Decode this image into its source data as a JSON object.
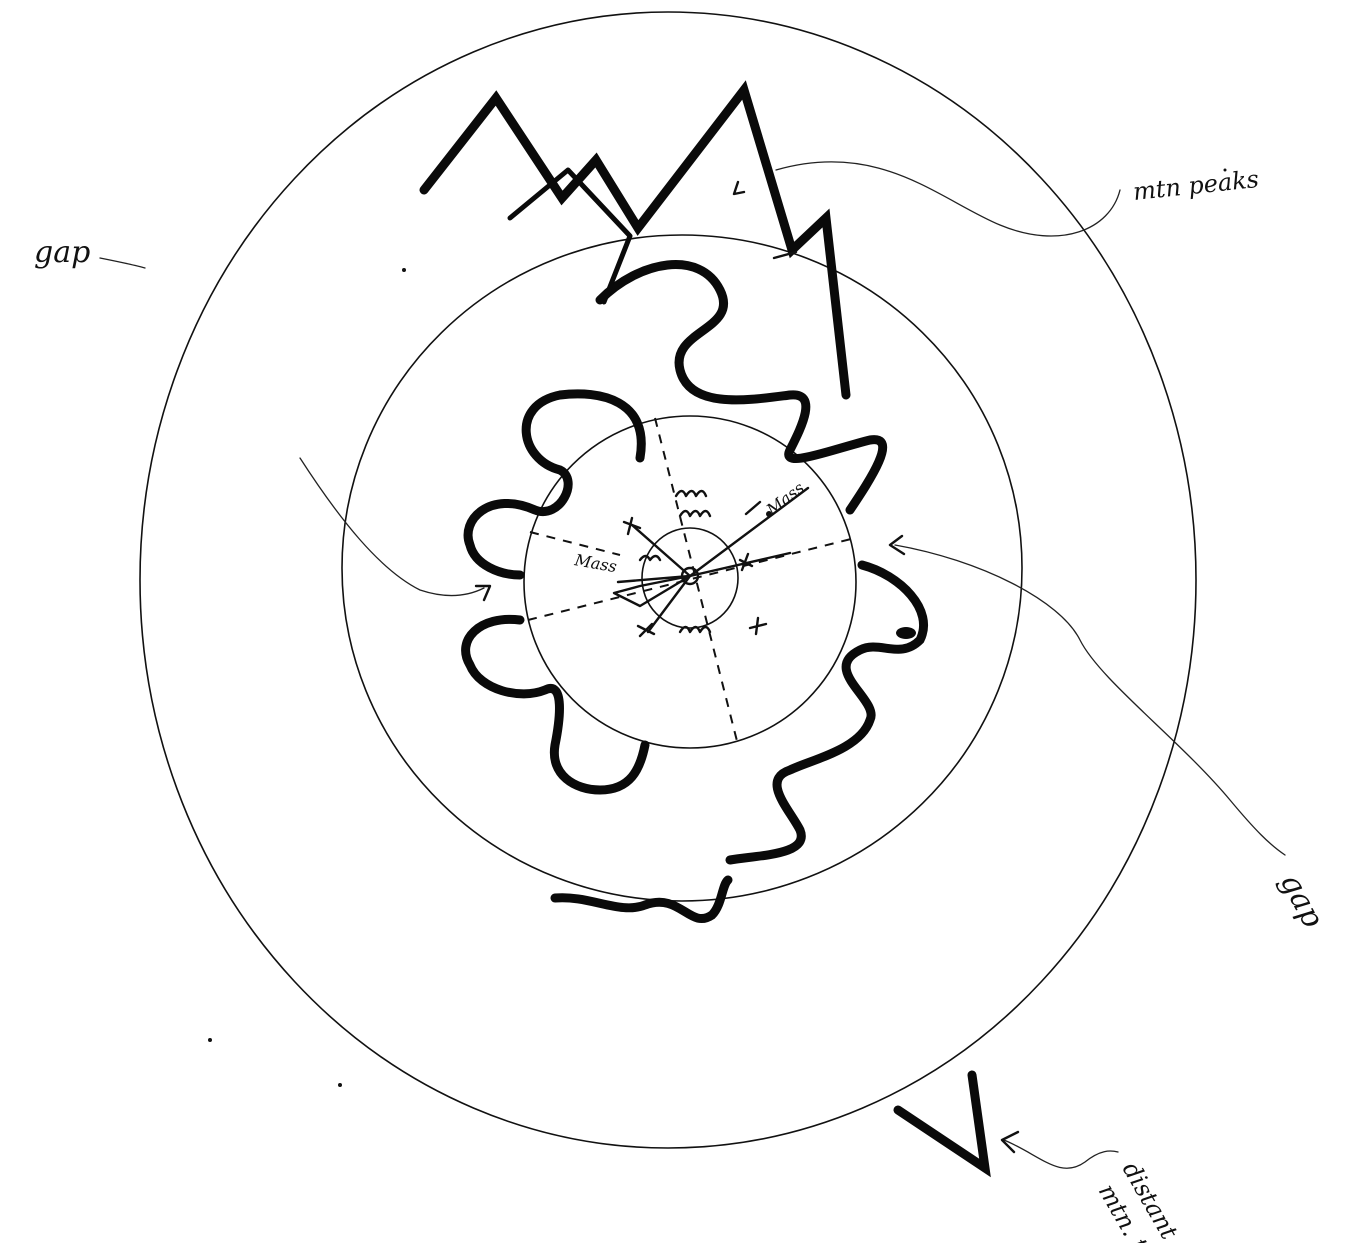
{
  "labels": {
    "gap_left": "gap",
    "gap_right": "gap",
    "mtn_peaks": "mtn peaks",
    "distant_tip_line1": "distant",
    "distant_tip_line2": "mtn. tip",
    "mass_left": "Mass",
    "mass_right": "Mass"
  },
  "colors": {
    "ink": "#0a0a0a",
    "paper": "#ffffff"
  }
}
